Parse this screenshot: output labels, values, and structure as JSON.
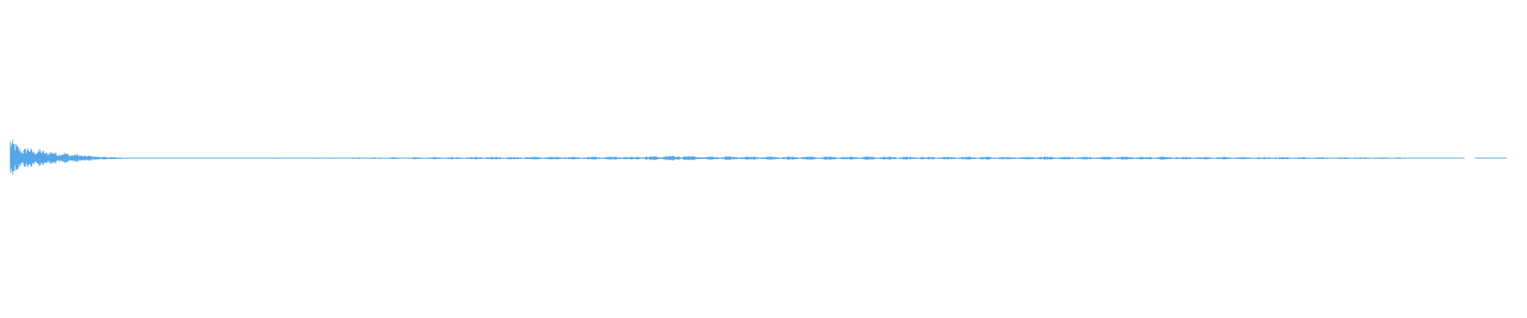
{
  "waveform": {
    "color": "#56a6e6",
    "envelope": [
      [
        0.0,
        0.98
      ],
      [
        0.004,
        0.7
      ],
      [
        0.008,
        0.4
      ],
      [
        0.012,
        0.58
      ],
      [
        0.016,
        0.34
      ],
      [
        0.02,
        0.46
      ],
      [
        0.024,
        0.28
      ],
      [
        0.028,
        0.38
      ],
      [
        0.032,
        0.22
      ],
      [
        0.036,
        0.3
      ],
      [
        0.04,
        0.16
      ],
      [
        0.044,
        0.22
      ],
      [
        0.048,
        0.12
      ],
      [
        0.052,
        0.14
      ],
      [
        0.058,
        0.08
      ],
      [
        0.064,
        0.06
      ],
      [
        0.08,
        0.03
      ],
      [
        0.1,
        0.02
      ],
      [
        0.14,
        0.02
      ],
      [
        0.18,
        0.03
      ],
      [
        0.22,
        0.03
      ],
      [
        0.26,
        0.05
      ],
      [
        0.3,
        0.06
      ],
      [
        0.34,
        0.07
      ],
      [
        0.38,
        0.08
      ],
      [
        0.42,
        0.1
      ],
      [
        0.44,
        0.14
      ],
      [
        0.46,
        0.1
      ],
      [
        0.48,
        0.09
      ],
      [
        0.5,
        0.09
      ],
      [
        0.53,
        0.09
      ],
      [
        0.56,
        0.09
      ],
      [
        0.6,
        0.08
      ],
      [
        0.64,
        0.08
      ],
      [
        0.68,
        0.08
      ],
      [
        0.72,
        0.08
      ],
      [
        0.76,
        0.08
      ],
      [
        0.8,
        0.07
      ],
      [
        0.84,
        0.06
      ],
      [
        0.88,
        0.05
      ],
      [
        0.92,
        0.04
      ],
      [
        0.96,
        0.02
      ],
      [
        0.965,
        0.0
      ],
      [
        0.972,
        0.0
      ],
      [
        0.975,
        0.015
      ],
      [
        0.978,
        0.0
      ],
      [
        0.984,
        0.015
      ],
      [
        0.99,
        0.015
      ],
      [
        0.993,
        0.0
      ],
      [
        1.0,
        0.0
      ]
    ]
  }
}
